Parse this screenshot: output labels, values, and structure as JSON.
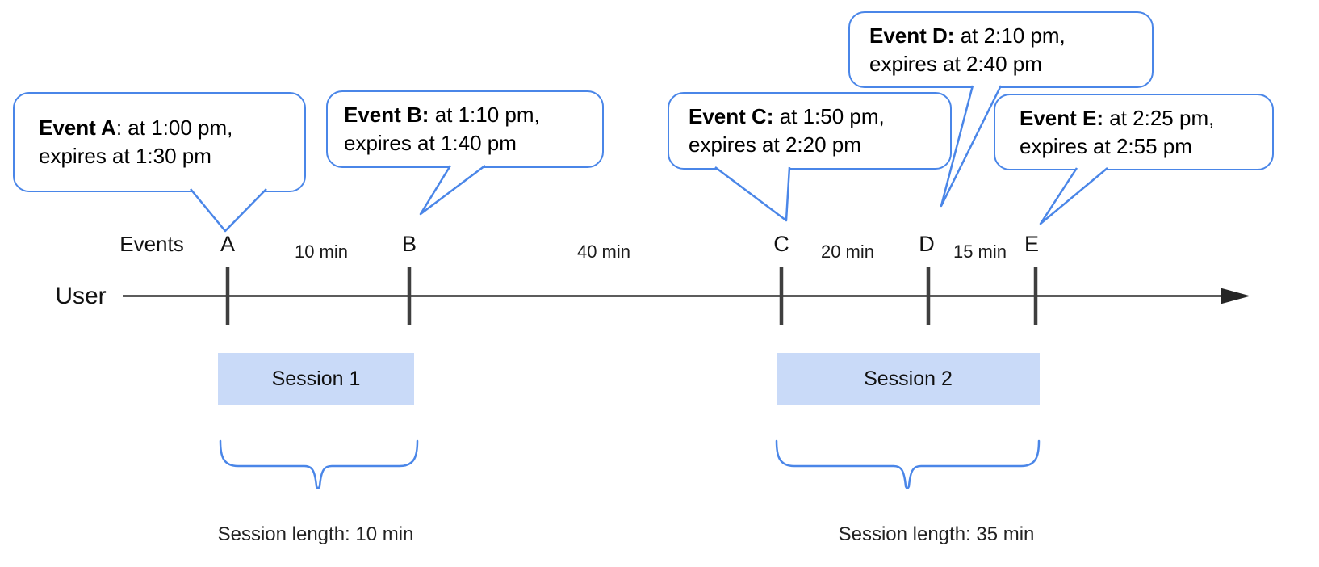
{
  "colors": {
    "accent": "#4a86e8",
    "session_fill": "#c9daf8",
    "axis": "#262626",
    "tick": "#3f3f3f"
  },
  "axis": {
    "user_label": "User",
    "events_label": "Events"
  },
  "bubbles": [
    {
      "id": "A",
      "bold": "Event A",
      "rest": ": at 1:00 pm,",
      "line2": "expires at 1:30 pm"
    },
    {
      "id": "B",
      "bold": "Event B:",
      "rest": " at 1:10 pm,",
      "line2": "expires at 1:40 pm"
    },
    {
      "id": "C",
      "bold": "Event C:",
      "rest": " at 1:50 pm,",
      "line2": "expires at 2:20 pm"
    },
    {
      "id": "D",
      "bold": "Event D:",
      "rest": " at 2:10 pm,",
      "line2": "expires at 2:40 pm"
    },
    {
      "id": "E",
      "bold": "Event E:",
      "rest": " at 2:25 pm,",
      "line2": "expires at 2:55 pm"
    }
  ],
  "ticks": [
    {
      "label": "A"
    },
    {
      "label": "B"
    },
    {
      "label": "C"
    },
    {
      "label": "D"
    },
    {
      "label": "E"
    }
  ],
  "intervals": [
    {
      "label": "10 min"
    },
    {
      "label": "40 min"
    },
    {
      "label": "20 min"
    },
    {
      "label": "15 min"
    }
  ],
  "sessions": [
    {
      "label": "Session 1",
      "length_label": "Session length: 10 min"
    },
    {
      "label": "Session 2",
      "length_label": "Session length: 35 min"
    }
  ]
}
